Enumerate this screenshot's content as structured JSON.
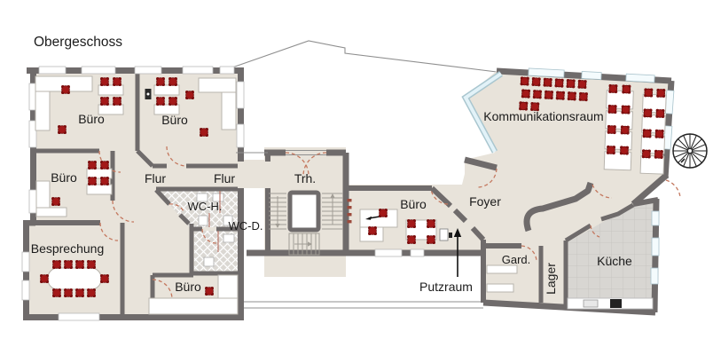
{
  "title": "Obergeschoss",
  "labels": {
    "buero_top_left": "Büro",
    "buero_top_mid": "Büro",
    "buero_mid_left": "Büro",
    "buero_bottom": "Büro",
    "buero_center": "Büro",
    "flur_west": "Flur",
    "flur_east": "Flur",
    "wc_h": "WC-H.",
    "wc_d": "WC-D.",
    "besprechung": "Besprechung",
    "trh": "Trh.",
    "foyer": "Foyer",
    "kommunikationsraum": "Kommunikationsraum",
    "putzraum": "Putzraum",
    "gard": "Gard.",
    "lager": "Lager",
    "kueche": "Küche"
  },
  "colors": {
    "wall": "#6f6b6b",
    "floor": "#e8e3da",
    "chair": "#a31919",
    "glass_wall": "#cfe9f2",
    "door_arc": "#c4785f",
    "text": "#1b1b1b"
  },
  "icons": {
    "stairwell": "staircase-icon",
    "outside_stair": "spiral-staircase-icon",
    "putzraum_pointer": "arrow-up-icon"
  },
  "chairs": {
    "buero1": [
      [
        118,
        92
      ],
      [
        132,
        92
      ],
      [
        118,
        114
      ],
      [
        132,
        114
      ],
      [
        74,
        101
      ],
      [
        70,
        146
      ]
    ],
    "buero2": [
      [
        181,
        92
      ],
      [
        195,
        92
      ],
      [
        181,
        114
      ],
      [
        195,
        114
      ],
      [
        214,
        107
      ],
      [
        230,
        149
      ]
    ],
    "buero3": [
      [
        104,
        186
      ],
      [
        118,
        186
      ],
      [
        104,
        204
      ],
      [
        118,
        204
      ],
      [
        63,
        227
      ]
    ],
    "besprechung": [
      [
        64,
        298
      ],
      [
        77,
        298
      ],
      [
        90,
        298
      ],
      [
        103,
        298
      ],
      [
        64,
        330
      ],
      [
        77,
        330
      ],
      [
        90,
        330
      ],
      [
        103,
        330
      ],
      [
        50,
        314
      ],
      [
        118,
        314
      ]
    ],
    "buero4": [
      [
        236,
        328
      ]
    ],
    "buero5": [
      [
        432,
        240
      ],
      [
        420,
        260
      ],
      [
        464,
        252
      ],
      [
        486,
        252
      ],
      [
        464,
        270
      ],
      [
        486,
        270
      ]
    ],
    "komm_rows": [
      [
        591,
        93
      ],
      [
        604,
        93
      ],
      [
        617,
        93
      ],
      [
        630,
        93
      ],
      [
        643,
        93
      ],
      [
        656,
        93
      ],
      [
        593,
        107
      ],
      [
        606,
        107
      ],
      [
        619,
        107
      ],
      [
        632,
        107
      ],
      [
        645,
        107
      ],
      [
        658,
        107
      ],
      [
        591,
        121
      ],
      [
        604,
        121
      ]
    ],
    "komm_tables_left": [
      [
        690,
        101
      ],
      [
        705,
        101
      ],
      [
        690,
        124
      ],
      [
        705,
        124
      ],
      [
        690,
        147
      ],
      [
        705,
        147
      ],
      [
        690,
        170
      ],
      [
        705,
        170
      ]
    ],
    "komm_tables_right": [
      [
        730,
        104
      ],
      [
        744,
        104
      ],
      [
        730,
        127
      ],
      [
        744,
        127
      ],
      [
        730,
        150
      ],
      [
        744,
        150
      ],
      [
        730,
        173
      ],
      [
        744,
        173
      ]
    ]
  }
}
